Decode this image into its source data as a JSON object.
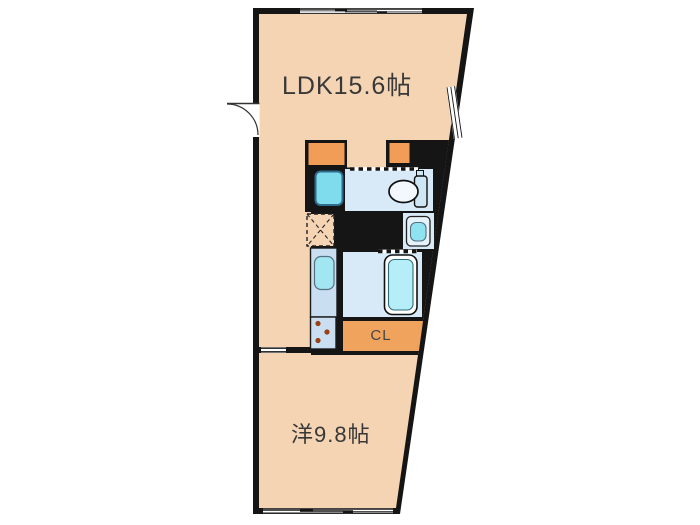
{
  "plan": {
    "type": "floor-plan",
    "rooms": {
      "ldk": {
        "label": "LDK15.6帖",
        "size_jo": "15.6"
      },
      "western": {
        "label": "洋9.8帖",
        "size_jo": "9.8"
      },
      "closet": {
        "label": "CL"
      }
    },
    "fixtures": [
      "entry-door",
      "washing-machine-space",
      "refrigerator-space",
      "kitchen-sink-counter",
      "stove-3-burners",
      "toilet",
      "washbasin-vanity",
      "bathtub",
      "sliding-window-top",
      "sliding-window-bottom",
      "slanted-wall-window",
      "room-sliding-door",
      "folding-door-toilet",
      "folding-door-bath"
    ],
    "colors": {
      "floor_salmon": "#f5d4b4",
      "pillar_orange": "#f19d58",
      "closet_orange": "#f0a35c",
      "wet_room_blue": "#d8eaf7",
      "counter_blue": "#c9def1",
      "fixture_cyan": "#7edced",
      "sink_cyan": "#a2e6f1",
      "tub_cyan": "#b5eef6",
      "wall_black": "#151515",
      "label_gray": "#383838"
    }
  }
}
